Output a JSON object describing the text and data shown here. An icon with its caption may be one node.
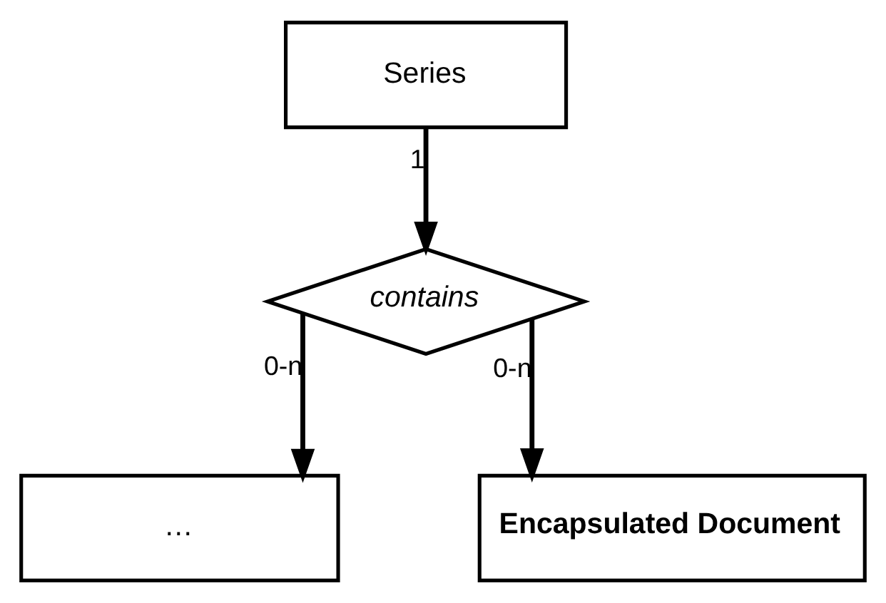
{
  "diagram": {
    "nodes": [
      {
        "text": [
          "Series"
        ]
      },
      {
        "text": [
          "contains"
        ]
      },
      {
        "text": [
          "…"
        ]
      },
      {
        "text": [
          "Encapsulated Document"
        ]
      }
    ],
    "edges": [
      {
        "from": 0,
        "to": 1,
        "arrow": "to",
        "label": "1"
      },
      {
        "from": 1,
        "to": 2,
        "arrow": "to",
        "label": "0-n"
      },
      {
        "from": 1,
        "to": 3,
        "arrow": "to",
        "label": "0-n"
      }
    ]
  }
}
